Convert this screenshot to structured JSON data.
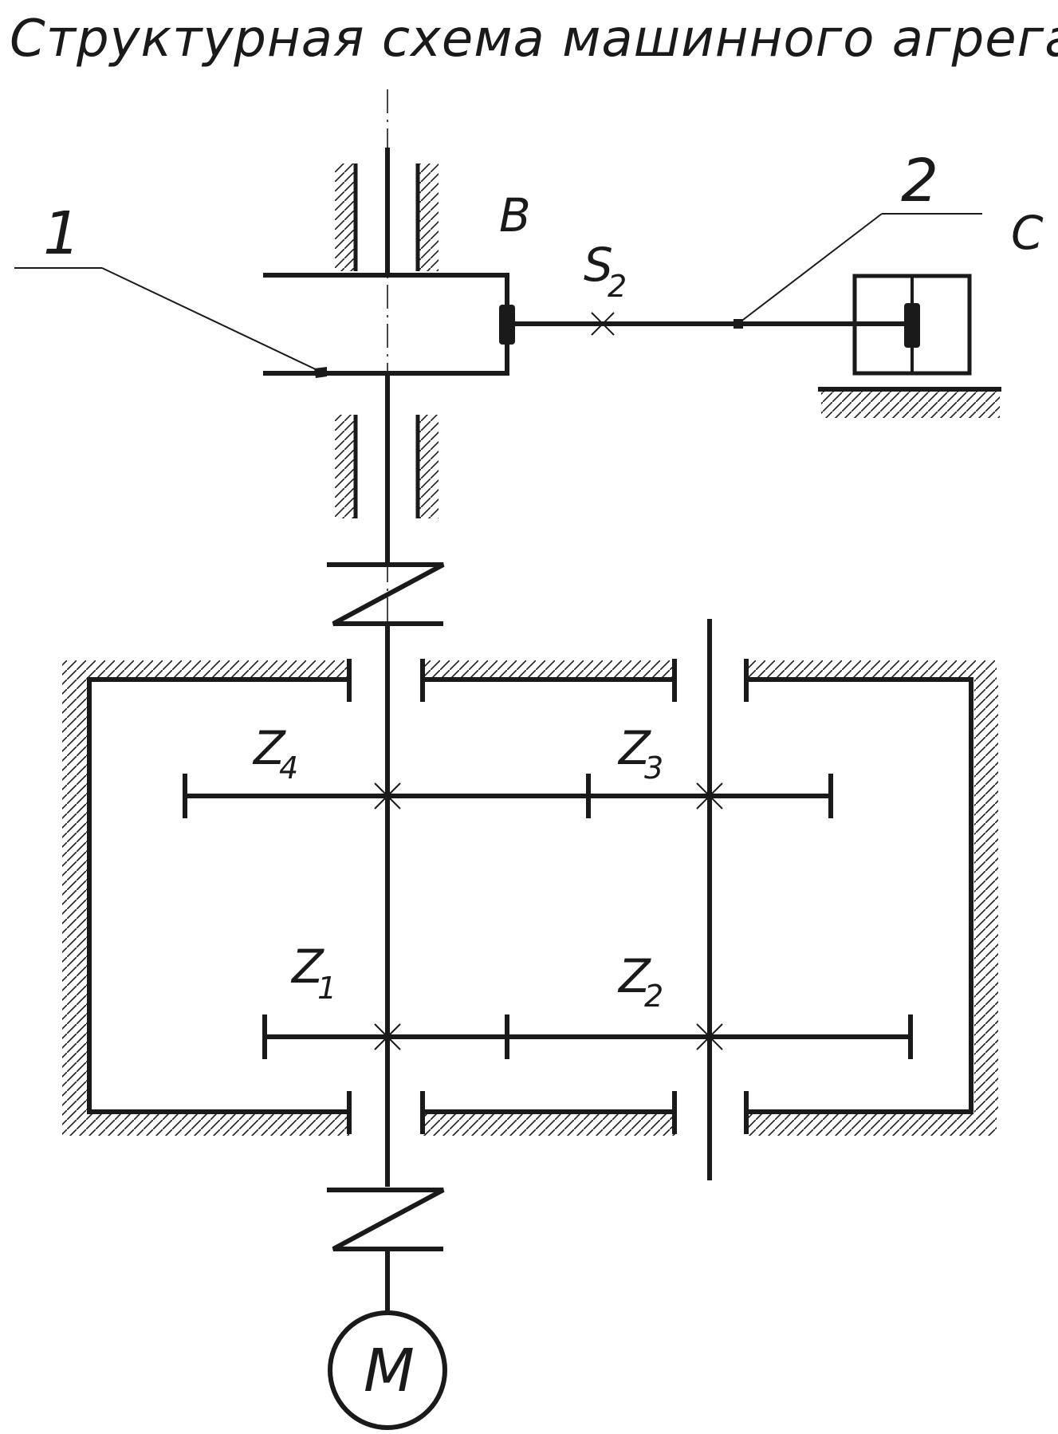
{
  "title": "Структурная схема машинного агрегата",
  "labels": {
    "link1": "1",
    "link2": "2",
    "point_b": "B",
    "point_c": "C",
    "s2_main": "S",
    "s2_sub": "2",
    "z4_main": "Z",
    "z4_sub": "4",
    "z3_main": "Z",
    "z3_sub": "3",
    "z1_main": "Z",
    "z1_sub": "1",
    "z2_main": "Z",
    "z2_sub": "2",
    "motor": "M"
  },
  "colors": {
    "line": "#1a1a1a",
    "background": "#ffffff"
  }
}
